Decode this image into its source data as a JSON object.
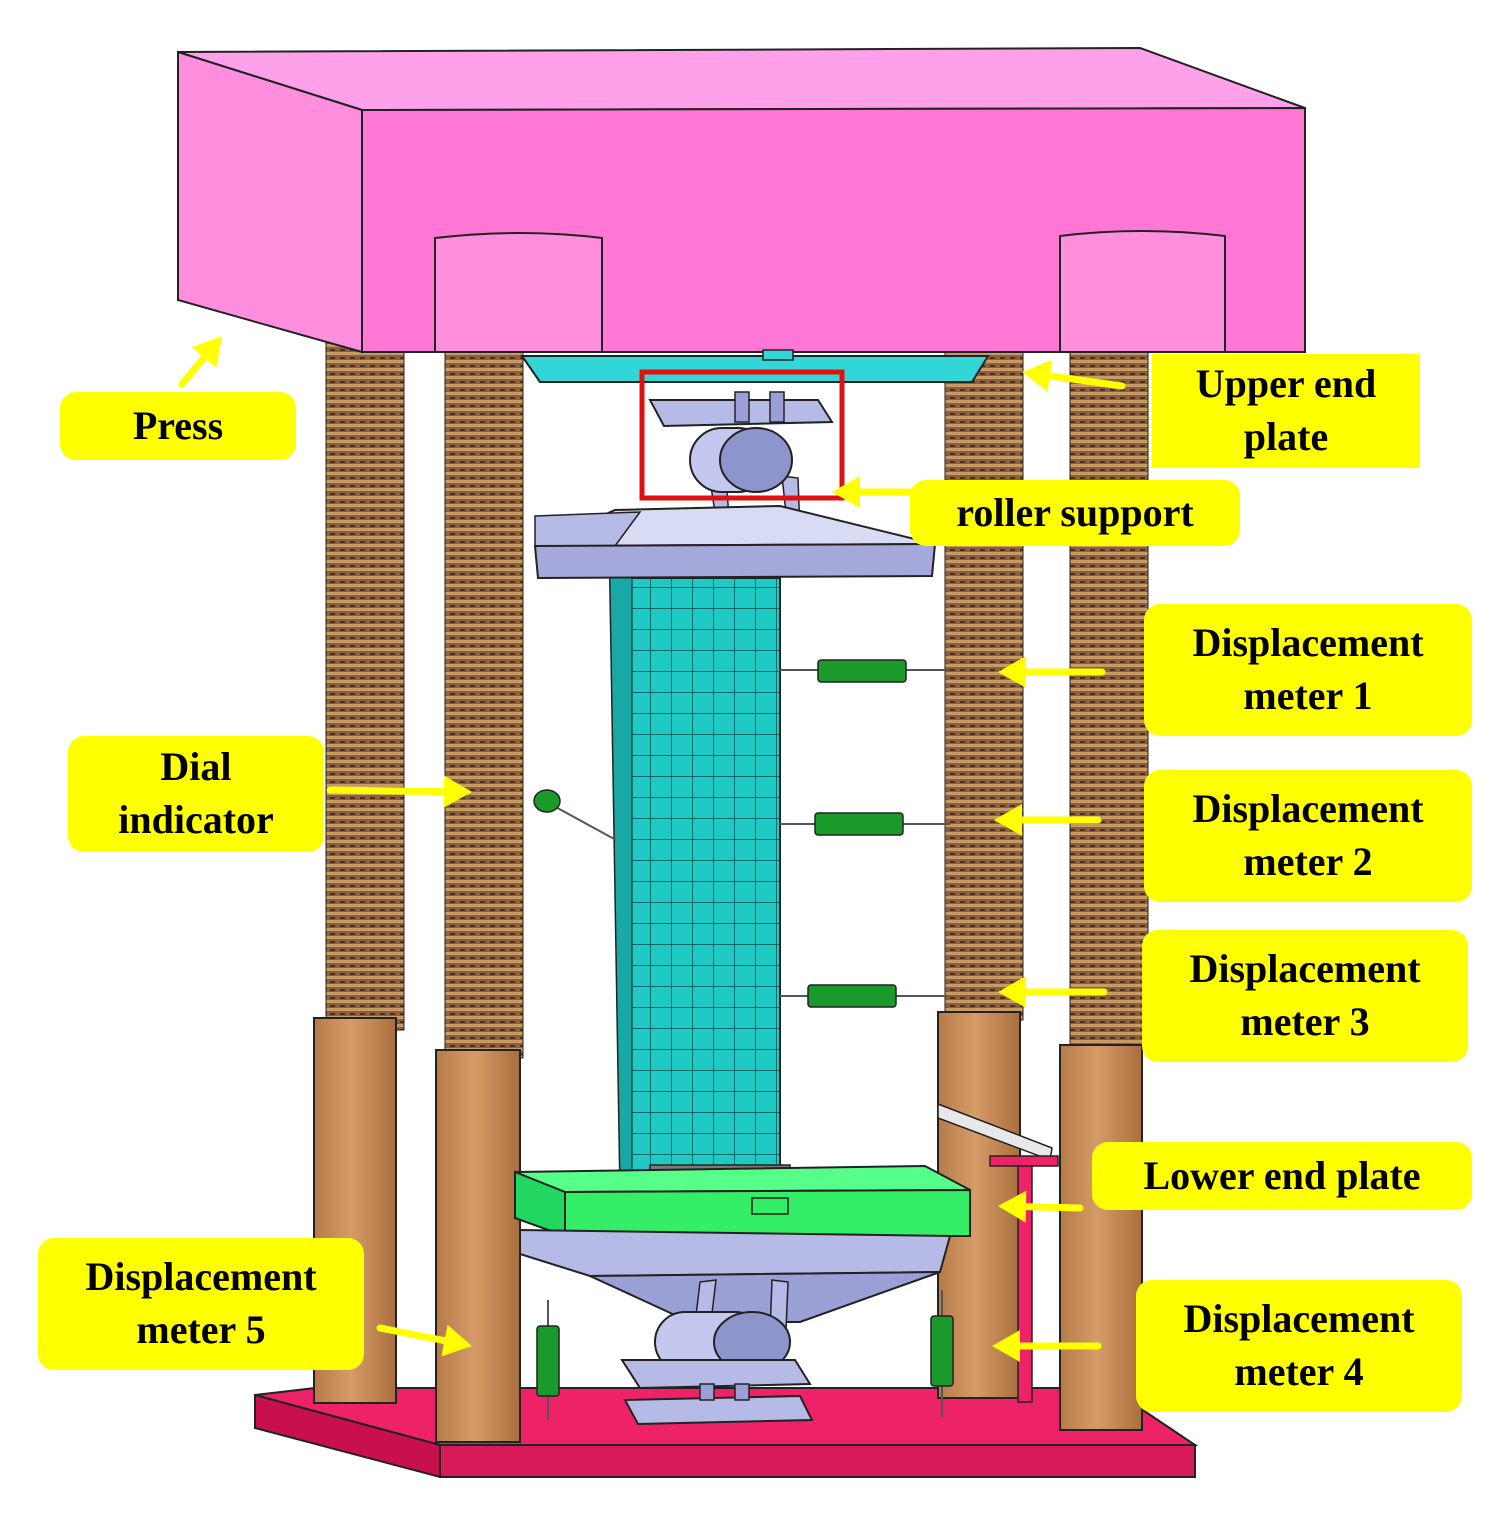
{
  "labels": {
    "press": [
      "Press"
    ],
    "upper_end_plate": [
      "Upper end",
      "plate"
    ],
    "roller_support": [
      "roller support"
    ],
    "displacement_meter_1": [
      "Displacement",
      "meter  1"
    ],
    "displacement_meter_2": [
      "Displacement",
      "meter  2"
    ],
    "displacement_meter_3": [
      "Displacement",
      "meter  3"
    ],
    "dial_indicator": [
      "Dial",
      "indicator"
    ],
    "lower_end_plate": [
      "Lower end plate"
    ],
    "displacement_meter_4": [
      "Displacement",
      "meter  4"
    ],
    "displacement_meter_5": [
      "Displacement",
      "meter  5"
    ]
  },
  "colors": {
    "press": "#ff77d4",
    "press_top": "#ffa0ea",
    "column": "#c98d5a",
    "threaded_rod": "#8a6040",
    "specimen": "#1fc9c4",
    "upper_plate": "#33d6d6",
    "lower_plate": "#33ee66",
    "roller_parts": "#9aa0d6",
    "base": "#ee2266",
    "meter": "#1a9a2a",
    "callout_fill": "#ffff00",
    "arrow": "#ffff00",
    "highlight_box": "#e01010"
  }
}
